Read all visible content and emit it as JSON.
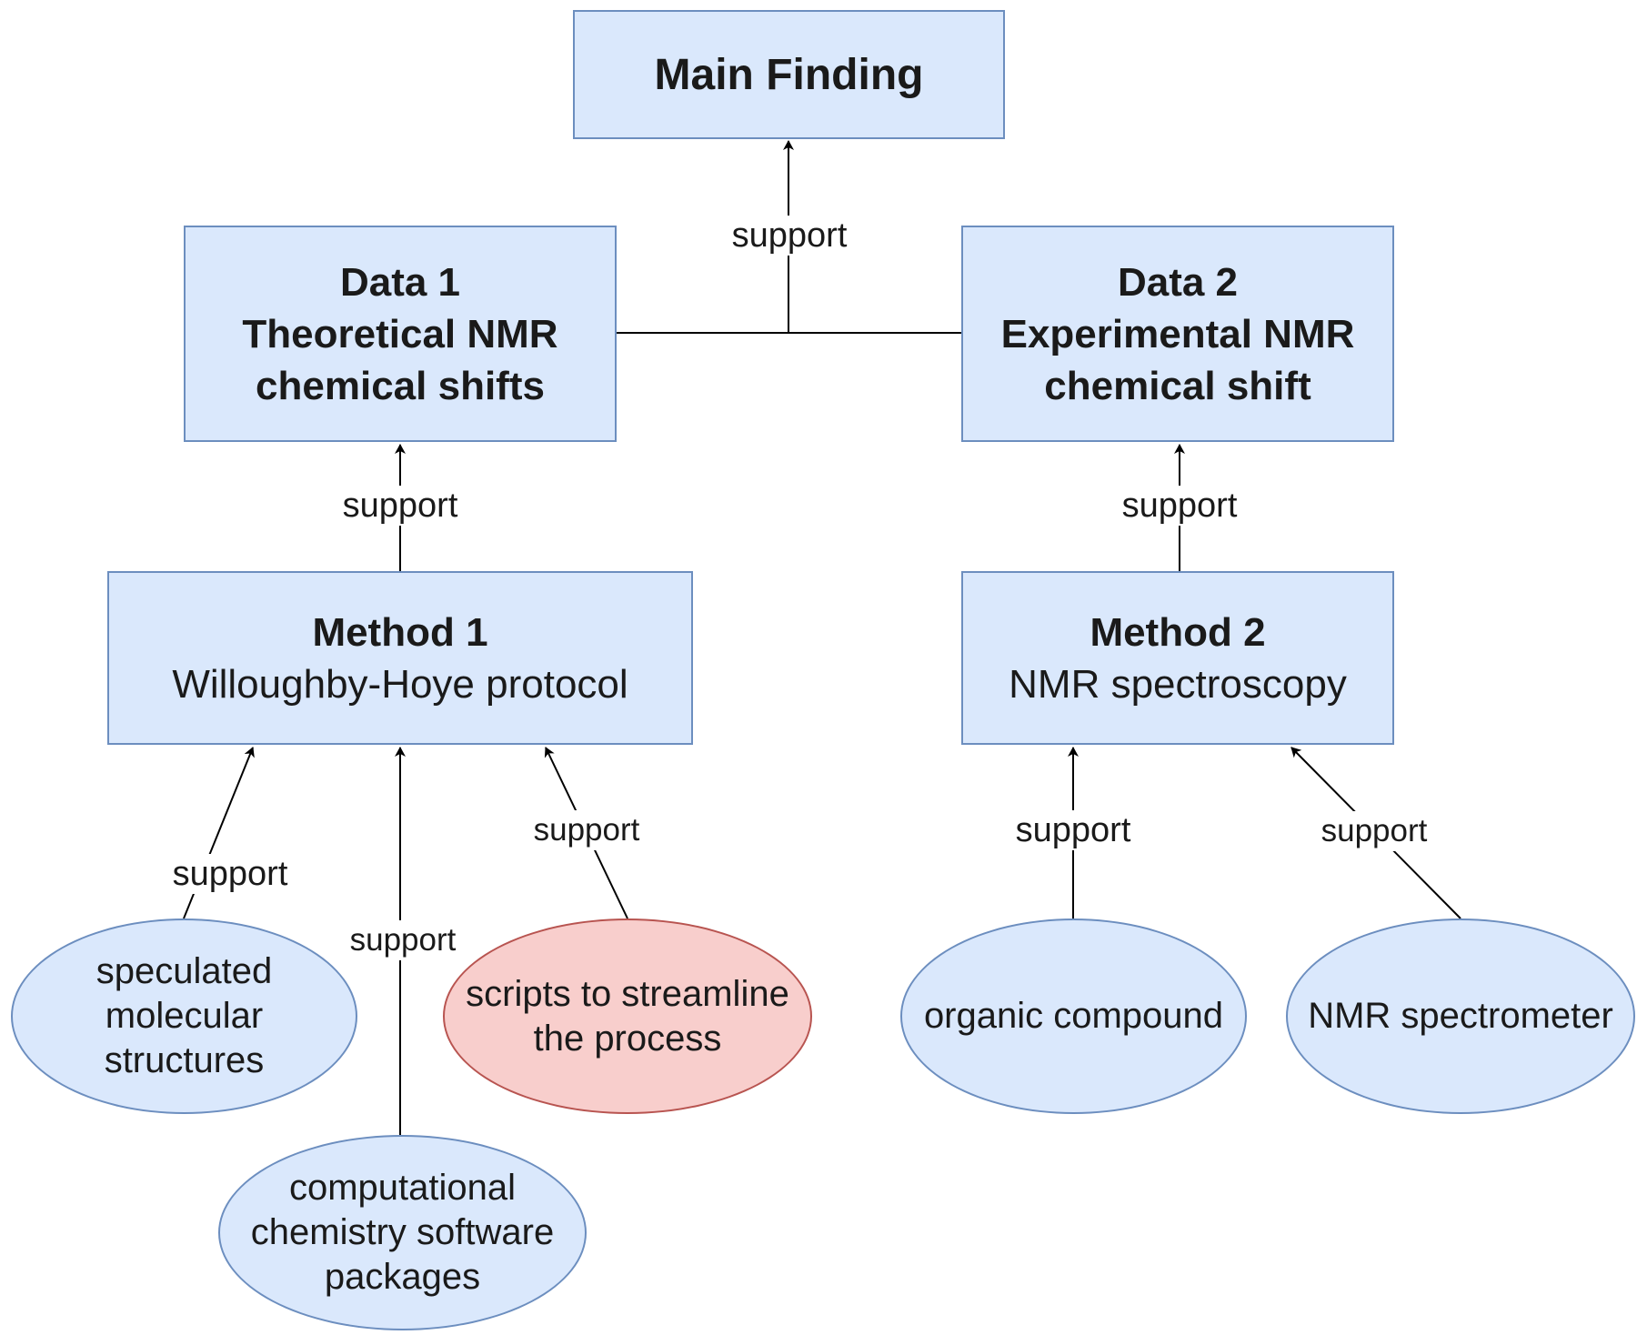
{
  "colors": {
    "box_fill": "#dae8fc",
    "box_stroke": "#6c8ebf",
    "highlight_fill": "#f8cecc",
    "highlight_stroke": "#b85450",
    "edge": "#000000"
  },
  "nodes": {
    "main_finding": {
      "title": "Main Finding"
    },
    "data1": {
      "title": "Data 1",
      "line2": "Theoretical NMR",
      "line3": "chemical shifts"
    },
    "data2": {
      "title": "Data 2",
      "line2": "Experimental NMR",
      "line3": "chemical shift"
    },
    "method1": {
      "title": "Method 1",
      "subtitle": "Willoughby-Hoye protocol"
    },
    "method2": {
      "title": "Method 2",
      "subtitle": "NMR spectroscopy"
    },
    "speculated": {
      "lines": [
        "speculated",
        "molecular",
        "structures"
      ]
    },
    "software": {
      "lines": [
        "computational",
        "chemistry software",
        "packages"
      ]
    },
    "scripts": {
      "lines": [
        "scripts to streamline",
        "the process"
      ]
    },
    "organic": {
      "lines": [
        "organic compound"
      ]
    },
    "spectrometer": {
      "lines": [
        "NMR spectrometer"
      ]
    }
  },
  "edges": [
    {
      "from": "data1+data2",
      "to": "main_finding",
      "label": "support"
    },
    {
      "from": "method1",
      "to": "data1",
      "label": "support"
    },
    {
      "from": "method2",
      "to": "data2",
      "label": "support"
    },
    {
      "from": "speculated",
      "to": "method1",
      "label": "support"
    },
    {
      "from": "software",
      "to": "method1",
      "label": "support"
    },
    {
      "from": "scripts",
      "to": "method1",
      "label": "support"
    },
    {
      "from": "organic",
      "to": "method2",
      "label": "support"
    },
    {
      "from": "spectrometer",
      "to": "method2",
      "label": "support"
    }
  ]
}
